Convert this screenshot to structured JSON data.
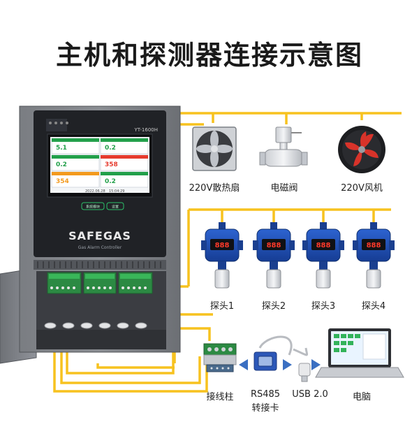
{
  "title": "主机和探测器连接示意图",
  "controller": {
    "model": "YT-1600H",
    "brand": "SAFEGAS",
    "subtitle": "Gas Alarm Controller",
    "btn_left": "系统模块",
    "btn_right": "设置",
    "date": "2022.06.28",
    "time": "15:04:29",
    "cells": [
      {
        "value": "5.1",
        "color": "#22a04a"
      },
      {
        "value": "0.2",
        "color": "#22a04a"
      },
      {
        "value": "0.2",
        "color": "#22a04a"
      },
      {
        "value": "358",
        "color": "#e63b2e"
      },
      {
        "value": "354",
        "color": "#f39a1e"
      },
      {
        "value": "0.2",
        "color": "#22a04a"
      }
    ]
  },
  "devices": {
    "exhaust_fan": "220V散热扇",
    "solenoid_valve": "电磁阀",
    "axial_fan": "220V风机"
  },
  "probes": [
    "探头1",
    "探头2",
    "探头3",
    "探头4"
  ],
  "probe_display": "888",
  "accessories": {
    "terminal": "接线柱",
    "rs485_line1": "RS485",
    "rs485_line2": "转接卡",
    "usb": "USB 2.0",
    "computer": "电脑"
  },
  "colors": {
    "wire": "#f7c21f",
    "cabinet": "#6b6e73",
    "probe_blue": "#1f4fb5",
    "arrow": "#3a6fc2"
  }
}
